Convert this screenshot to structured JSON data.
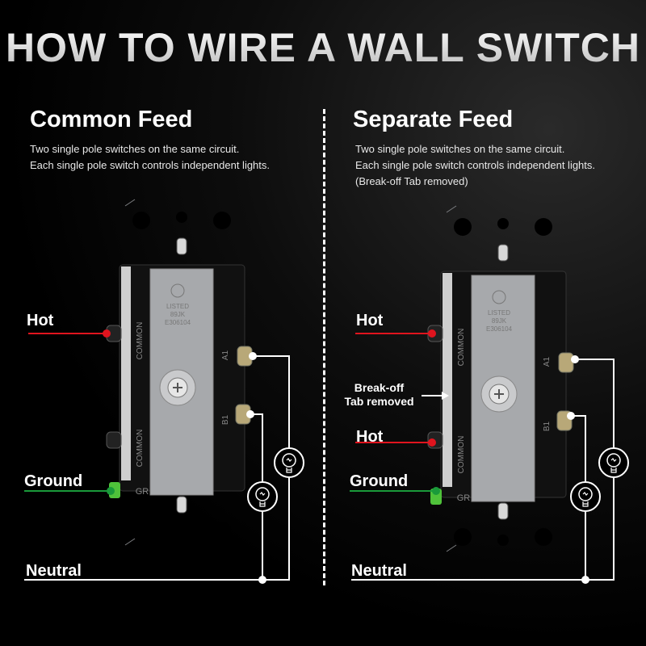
{
  "title": "HOW TO WIRE A WALL SWITCH",
  "left": {
    "heading": "Common Feed",
    "desc": [
      "Two single pole switches on the same circuit.",
      "Each single pole switch controls independent lights."
    ],
    "labels": {
      "hot": "Hot",
      "ground": "Ground",
      "neutral": "Neutral"
    }
  },
  "right": {
    "heading": "Separate Feed",
    "desc": [
      "Two single pole switches on the same circuit.",
      "Each single pole switch controls independent lights.",
      "(Break-off Tab removed)"
    ],
    "labels": {
      "hot": "Hot",
      "hot2": "Hot",
      "ground": "Ground",
      "neutral": "Neutral",
      "breakoff": [
        "Break-off",
        "Tab removed"
      ]
    }
  },
  "switch_markings": {
    "common": "COMMON",
    "a1": "A1",
    "b1": "B1",
    "gr": "GR",
    "ul": [
      "LISTED",
      "89JK",
      "E306104"
    ]
  },
  "colors": {
    "hot": "#e0141e",
    "ground": "#1a9a3a",
    "neutral": "#ffffff"
  },
  "icons": [
    "light-bulb-icon"
  ]
}
